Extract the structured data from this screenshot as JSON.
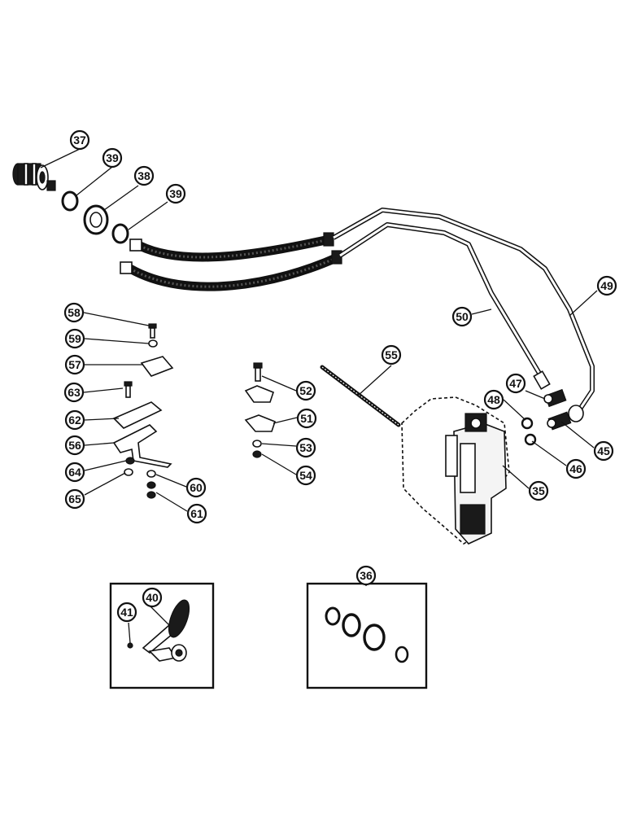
{
  "diagram": {
    "callouts": {
      "c37": "37",
      "c39a": "39",
      "c38": "38",
      "c39b": "39",
      "c58": "58",
      "c59": "59",
      "c57": "57",
      "c63": "63",
      "c62": "62",
      "c56": "56",
      "c64": "64",
      "c65": "65",
      "c60": "60",
      "c61": "61",
      "c52": "52",
      "c51": "51",
      "c53": "53",
      "c54": "54",
      "c55": "55",
      "c50": "50",
      "c49": "49",
      "c47": "47",
      "c48": "48",
      "c45": "45",
      "c46": "46",
      "c35": "35",
      "c36": "36",
      "c40": "40",
      "c41": "41"
    }
  }
}
